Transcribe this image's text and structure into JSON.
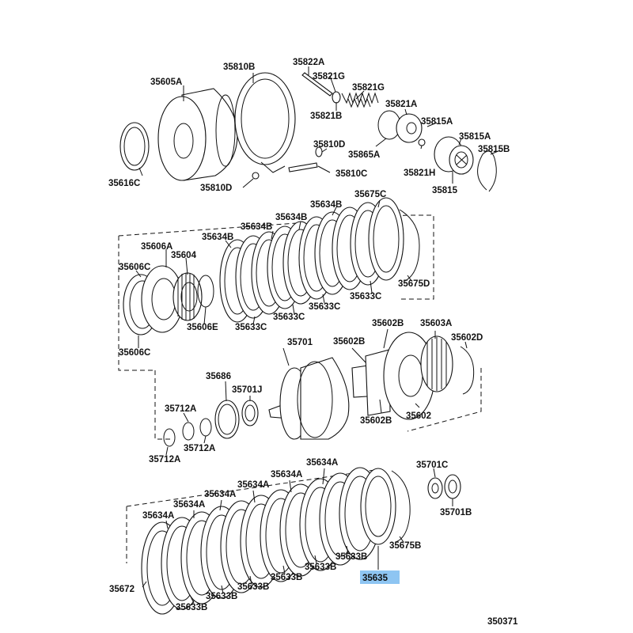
{
  "diagram_id": "350371",
  "highlighted_part": "35635",
  "labels": {
    "p35605A": "35605A",
    "p35810B": "35810B",
    "p35822A": "35822A",
    "p35821G_a": "35821G",
    "p35821G_b": "35821G",
    "p35821A": "35821A",
    "p35821B": "35821B",
    "p35815A_a": "35815A",
    "p35815A_b": "35815A",
    "p35815B": "35815B",
    "p35810D_a": "35810D",
    "p35865A": "35865A",
    "p35821H": "35821H",
    "p35815": "35815",
    "p35616C": "35616C",
    "p35810D_b": "35810D",
    "p35810C": "35810C",
    "p35675C": "35675C",
    "p35634B_1": "35634B",
    "p35634B_2": "35634B",
    "p35634B_3": "35634B",
    "p35634B_4": "35634B",
    "p35606A": "35606A",
    "p35604": "35604",
    "p35606C_a": "35606C",
    "p35675D": "35675D",
    "p35633C_1": "35633C",
    "p35633C_2": "35633C",
    "p35633C_3": "35633C",
    "p35633C_4": "35633C",
    "p35606E": "35606E",
    "p35606C_b": "35606C",
    "p35602B_a": "35602B",
    "p35603A": "35603A",
    "p35701": "35701",
    "p35602B_b": "35602B",
    "p35602D": "35602D",
    "p35686": "35686",
    "p35701J": "35701J",
    "p35712A_a": "35712A",
    "p35602B_c": "35602B",
    "p35602": "35602",
    "p35712A_b": "35712A",
    "p35712A_c": "35712A",
    "p35634A_1": "35634A",
    "p35634A_2": "35634A",
    "p35634A_3": "35634A",
    "p35634A_4": "35634A",
    "p35634A_5": "35634A",
    "p35634A_6": "35634A",
    "p35701C": "35701C",
    "p35701B": "35701B",
    "p35675B": "35675B",
    "p35633B_1": "35633B",
    "p35633B_2": "35633B",
    "p35633B_3": "35633B",
    "p35633B_4": "35633B",
    "p35633B_5": "35633B",
    "p35672": "35672",
    "p35635": "35635"
  }
}
